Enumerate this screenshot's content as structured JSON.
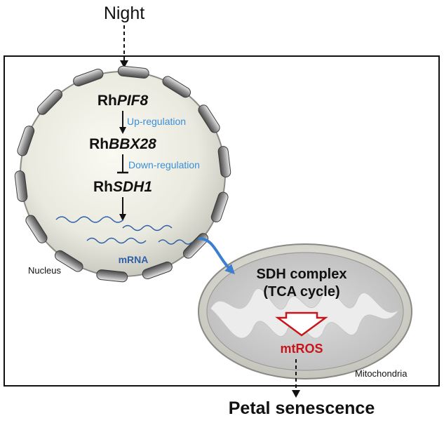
{
  "diagram": {
    "top_label": "Night",
    "genes": {
      "pif8": {
        "prefix": "Rh",
        "name": "PIF8"
      },
      "bbx28": {
        "prefix": "Rh",
        "name": "BBX28"
      },
      "sdh1": {
        "prefix": "Rh",
        "name": "SDH1"
      }
    },
    "regulation": {
      "up": "Up-regulation",
      "down": "Down-regulation"
    },
    "mrna_label": "mRNA",
    "nucleus_label": "Nucleus",
    "sdh_complex": {
      "line1": "SDH complex",
      "line2": "(TCA cycle)"
    },
    "mtros_label": "mtROS",
    "mitochondria_label": "Mitochondria",
    "outcome_label": "Petal senescence",
    "colors": {
      "regulation_text": "#3a8fd6",
      "mrna": "#2f5fa8",
      "mtros": "#c8141b",
      "frame": "#111111"
    }
  }
}
